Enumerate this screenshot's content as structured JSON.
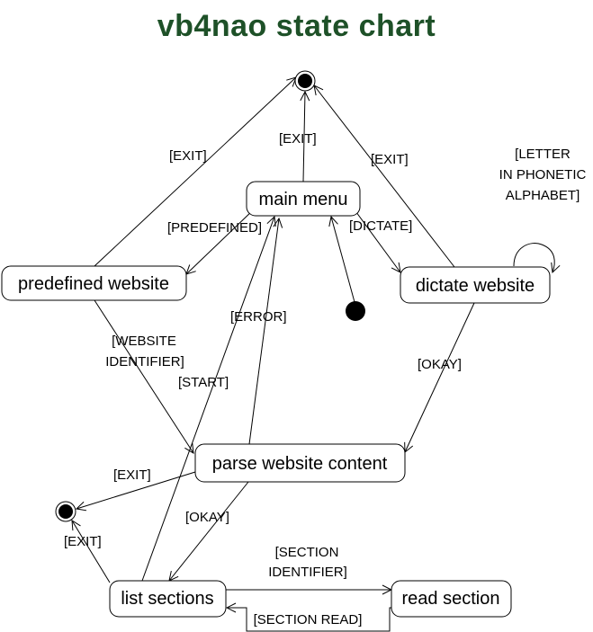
{
  "title": "vb4nao state chart",
  "colors": {
    "title": "#1e5128",
    "line": "#000000",
    "background": "#ffffff"
  },
  "states": {
    "main_menu": "main menu",
    "predefined_website": "predefined website",
    "dictate_website": "dictate website",
    "parse_website_content": "parse website content",
    "list_sections": "list sections",
    "read_section": "read section"
  },
  "pseudo_states": {
    "initial": "initial-node",
    "final_top": "final-node",
    "final_left": "final-node"
  },
  "guards": {
    "exit_predefined": "[EXIT]",
    "exit_main": "[EXIT]",
    "exit_dictate": "[EXIT]",
    "letter_line1": "[LETTER",
    "letter_line2": "IN PHONETIC",
    "letter_line3": "ALPHABET]",
    "predefined": "[PREDEFINED]",
    "dictate": "[DICTATE]",
    "error": "[ERROR]",
    "website_identifier_line1": "[WEBSITE",
    "website_identifier_line2": "IDENTIFIER]",
    "start": "[START]",
    "okay_dictate": "[OKAY]",
    "exit_parse": "[EXIT]",
    "okay_parse": "[OKAY]",
    "exit_list": "[EXIT]",
    "section_identifier_line1": "[SECTION",
    "section_identifier_line2": "IDENTIFIER]",
    "section_read": "[SECTION READ]"
  }
}
